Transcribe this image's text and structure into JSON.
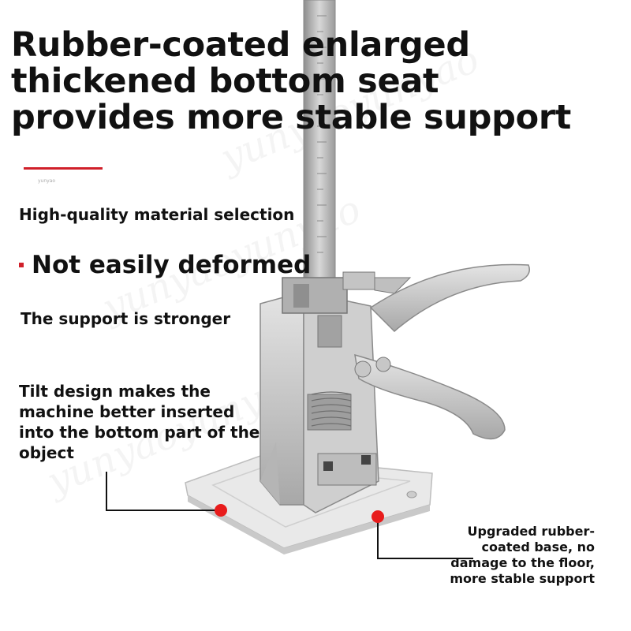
{
  "headline": "Rubber-coated enlarged thickened bottom seat provides more stable support",
  "small_mark": "yunyao",
  "features": {
    "material": "High-quality material selection",
    "deform": "Not easily deformed",
    "stronger": "The support is stronger"
  },
  "callouts": {
    "tilt": "Tilt design makes the machine better inserted into the bottom part of the object",
    "base": "Upgraded rubber-coated base, no damage to the floor, more stable support"
  },
  "watermark": "yunyaoyunyao",
  "colors": {
    "accent": "#d0202a",
    "metal": "#bcbcbc",
    "text": "#111111"
  }
}
